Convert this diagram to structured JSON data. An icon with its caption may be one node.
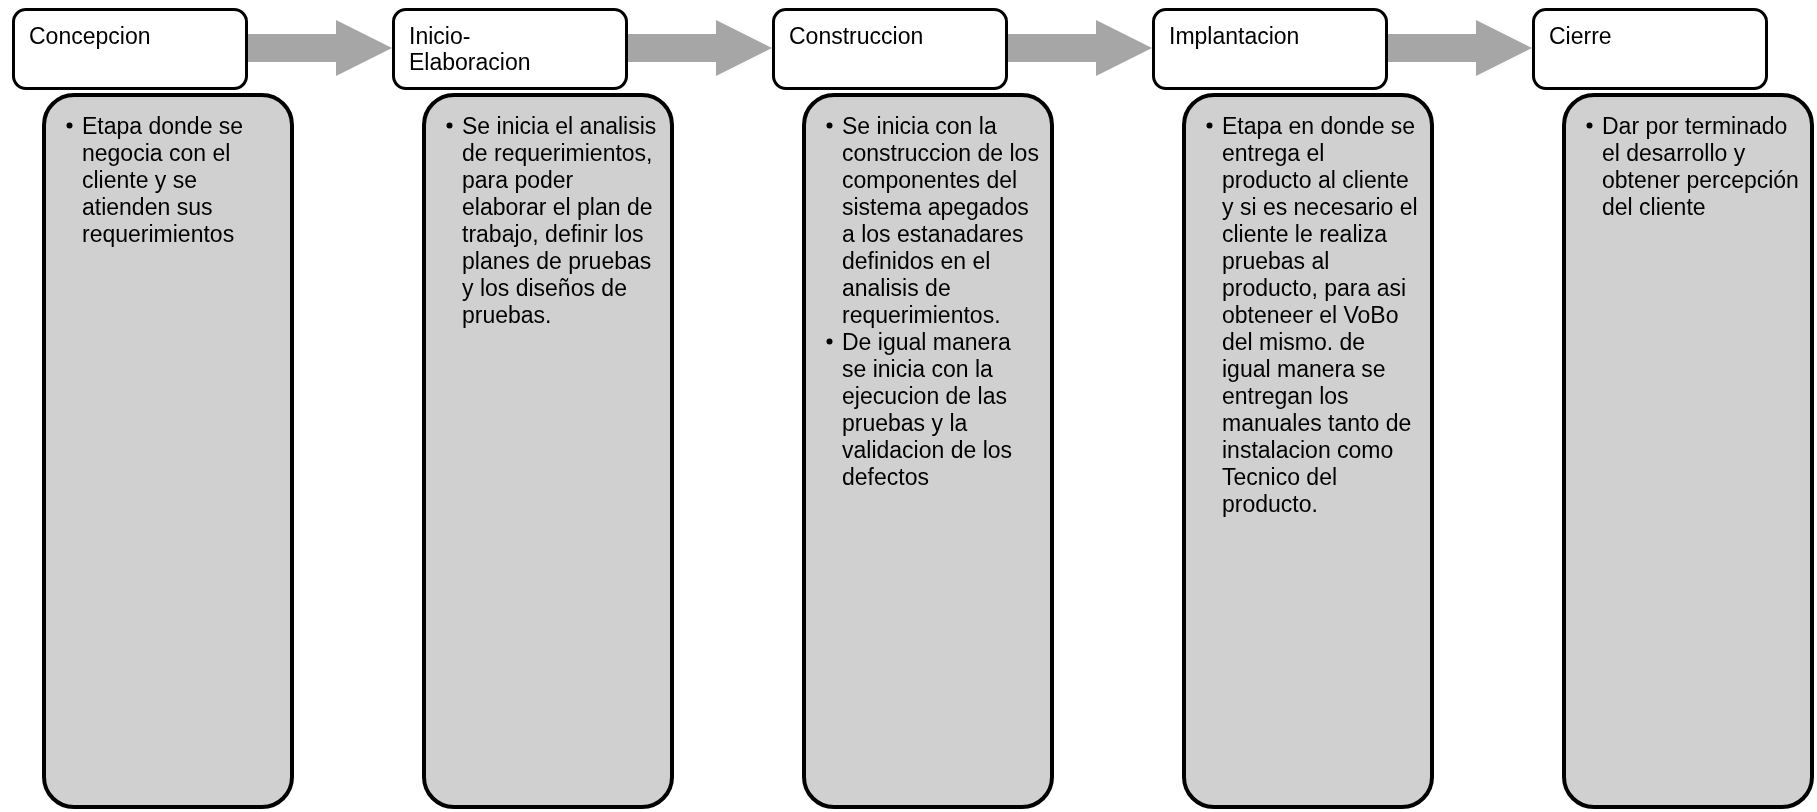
{
  "diagram": {
    "nodes": [
      {
        "text": [
          "Concepcion"
        ]
      },
      {
        "text": [
          "Etapa donde se negocia con el cliente y se atienden sus requerimientos"
        ]
      },
      {
        "text": [
          "Inicio-Elaboracion"
        ]
      },
      {
        "text": [
          "Se inicia el analisis de requerimientos, para poder elaborar el plan de trabajo, definir los planes de pruebas y los diseños de pruebas."
        ]
      },
      {
        "text": [
          "Construccion"
        ]
      },
      {
        "text": [
          "Se inicia con la construccion de los componentes del sistema apegados a los estanadares definidos en el analisis de requerimientos.",
          "De igual manera se inicia con la ejecucion de las pruebas y la validacion de los defectos"
        ]
      },
      {
        "text": [
          "Implantacion"
        ]
      },
      {
        "text": [
          "Etapa en donde se entrega el producto al cliente y si es necesario el cliente le realiza pruebas al producto, para asi obteneer el VoBo del mismo. de igual manera se entregan los manuales tanto de instalacion como Tecnico del producto."
        ]
      },
      {
        "text": [
          "Cierre"
        ]
      },
      {
        "text": [
          "Dar por terminado el desarrollo y obtener percepción del cliente"
        ]
      }
    ],
    "edges": [
      {
        "from": 0,
        "to": 2,
        "arrow": "to"
      },
      {
        "from": 2,
        "to": 4,
        "arrow": "to"
      },
      {
        "from": 4,
        "to": 6,
        "arrow": "to"
      },
      {
        "from": 6,
        "to": 8,
        "arrow": "to"
      }
    ]
  }
}
